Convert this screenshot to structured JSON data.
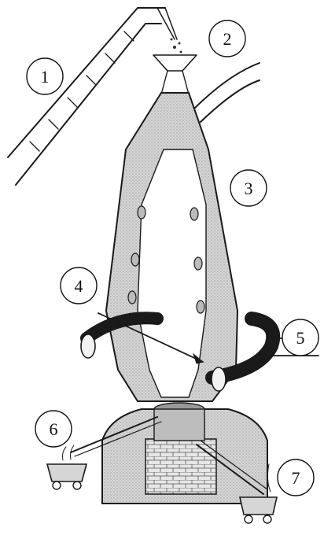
{
  "callouts": [
    {
      "number": "1"
    },
    {
      "number": "2"
    },
    {
      "number": "3"
    },
    {
      "number": "4"
    },
    {
      "number": "5"
    },
    {
      "number": "6"
    },
    {
      "number": "7"
    }
  ],
  "colors": {
    "ink": "#1a1a1a",
    "shell": "#cfcfcf",
    "shell_dark": "#9a9a9a",
    "interior": "#ffffff"
  }
}
